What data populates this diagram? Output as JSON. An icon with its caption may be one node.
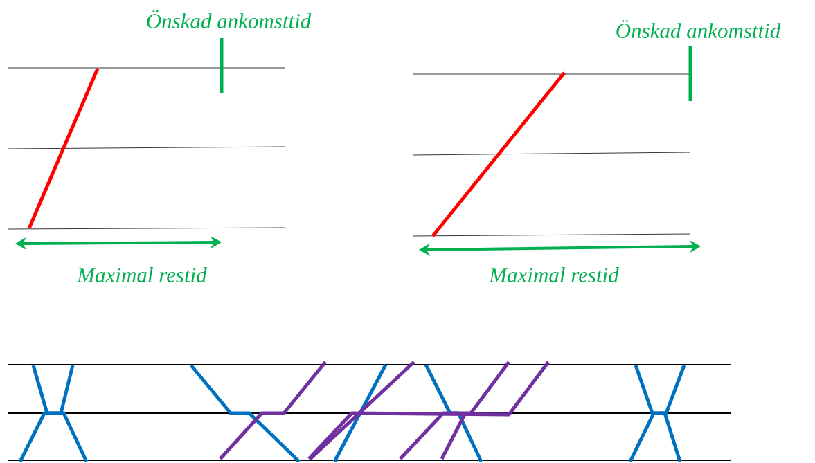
{
  "diagram": {
    "labels": [
      "Önskad ankomsttid",
      "Önskad ankomsttid",
      "Maximal restid",
      "Maximal restid"
    ]
  }
}
